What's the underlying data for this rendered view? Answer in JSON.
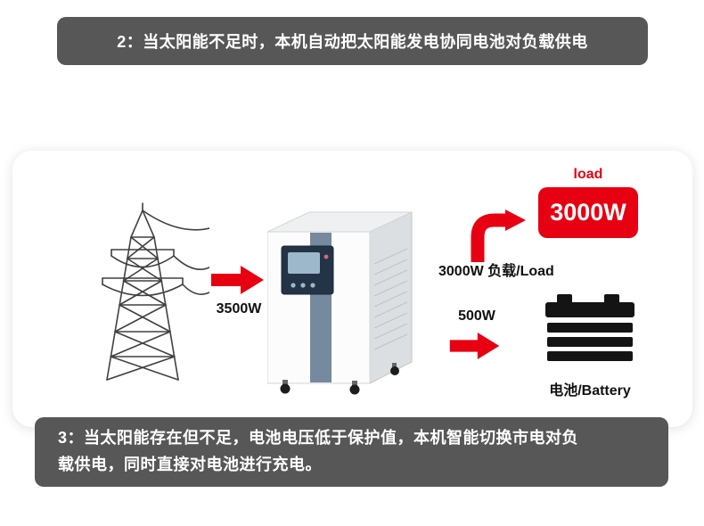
{
  "colors": {
    "banner_bg": "#575757",
    "accent_red": "#e60012",
    "text_dark": "#111111",
    "machine_stripe": "#75899f"
  },
  "banner_top": {
    "text": "2：当太阳能不足时，本机自动把太阳能发电协同电池对负载供电"
  },
  "diagram": {
    "grid_power_label": "3500W",
    "load_tag": "load",
    "load_value": "3000W",
    "load_caption": "3000W 负载/Load",
    "battery_power_label": "500W",
    "battery_caption": "电池/Battery"
  },
  "banner_bottom": {
    "line1": "3：当太阳能存在但不足，电池电压低于保护值，本机智能切换市电对负",
    "line2": "载供电，同时直接对电池进行充电。"
  },
  "icons": {
    "tower": "transmission-tower-icon",
    "grid_arrow": "red-arrow-right-icon",
    "curved_arrow": "red-curved-arrow-icon",
    "inverter": "inverter-machine-image",
    "battery_arrow": "red-arrow-right-icon",
    "battery": "battery-icon"
  }
}
